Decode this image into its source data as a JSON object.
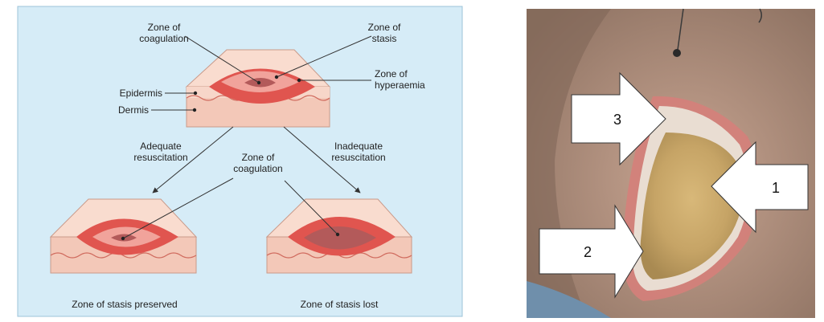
{
  "diagram": {
    "labels": {
      "zone_coagulation_top_line1": "Zone of",
      "zone_coagulation_top_line2": "coagulation",
      "zone_stasis_line1": "Zone of",
      "zone_stasis_line2": "stasis",
      "zone_hyperaemia_line1": "Zone of",
      "zone_hyperaemia_line2": "hyperaemia",
      "epidermis": "Epidermis",
      "dermis": "Dermis",
      "adequate_line1": "Adequate",
      "adequate_line2": "resuscitation",
      "inadequate_line1": "Inadequate",
      "inadequate_line2": "resuscitation",
      "zone_coagulation_mid_line1": "Zone of",
      "zone_coagulation_mid_line2": "coagulation",
      "stasis_preserved": "Zone of stasis preserved",
      "stasis_lost": "Zone of stasis lost"
    },
    "colors": {
      "panel_bg": "#d6ecf7",
      "skin": "#f6d3c6",
      "hyperaemia": "#e0554f",
      "stasis": "#f1a39b",
      "coagulation": "#b35a5a"
    }
  },
  "photo": {
    "arrows": [
      {
        "number": "3"
      },
      {
        "number": "1"
      },
      {
        "number": "2"
      }
    ]
  }
}
